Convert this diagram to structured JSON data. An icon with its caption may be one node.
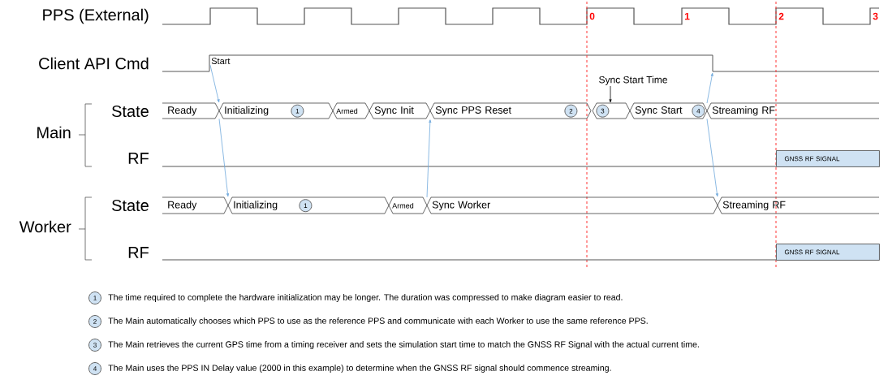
{
  "diagram": {
    "nodes": [
      {
        "text": [
          "Start"
        ]
      },
      {
        "text": [
          "Ready"
        ]
      },
      {
        "text": [
          "Initializing"
        ]
      },
      {
        "text": [
          "1"
        ],
        "in": 2
      },
      {
        "text": [
          "Armed"
        ]
      },
      {
        "text": [
          "Sync Init"
        ]
      },
      {
        "text": [
          "Sync PPS Reset"
        ]
      },
      {
        "text": [
          "2"
        ],
        "in": 6
      },
      {
        "text": [],
        "shape": "box"
      },
      {
        "text": [
          "3"
        ],
        "in": 8
      },
      {
        "text": [
          "Sync Start"
        ]
      },
      {
        "text": [
          "4"
        ],
        "in": 10
      },
      {
        "text": [
          "Streaming RF"
        ]
      },
      {
        "text": [
          "GNSS RF SIGNAL"
        ]
      },
      {
        "text": [
          "Ready"
        ]
      },
      {
        "text": [
          "Initializing"
        ]
      },
      {
        "text": [
          "1"
        ],
        "in": 15
      },
      {
        "text": [
          "Armed"
        ]
      },
      {
        "text": [
          "Sync Worker"
        ]
      },
      {
        "text": [
          "Streaming RF"
        ]
      },
      {
        "text": [
          "GNSS RF SIGNAL"
        ]
      },
      {
        "text": [
          "Sync Start Time"
        ]
      },
      {
        "text": [
          "1"
        ],
        "beside": [
          "The time required to complete the hardware initialization may be longer. The duration was compressed to make diagram easier to read."
        ]
      },
      {
        "text": [
          "2"
        ],
        "beside": [
          "The Main automatically chooses which PPS to use as the reference PPS and communicate with each Worker to use the same reference PPS."
        ]
      },
      {
        "text": [
          "3"
        ],
        "beside": [
          "The Main retrieves the current GPS time from a timing receiver and sets the simulation start time to match the GNSS RF Signal with the actual current time."
        ]
      },
      {
        "text": [
          "4"
        ],
        "beside": [
          "The Main uses the PPS IN Delay value (2000 in this example) to determine when the GNSS RF signal should commence streaming."
        ]
      }
    ],
    "edges": [
      {
        "from": 0,
        "to": 2,
        "arrow": "to"
      },
      {
        "from": 2,
        "to": 15,
        "arrow": "to"
      },
      {
        "from": 18,
        "to": 6,
        "arrow": "to"
      },
      {
        "from": 12,
        "to": null,
        "arrow": "to"
      },
      {
        "from": 12,
        "to": 19,
        "arrow": "to"
      },
      {
        "from": 21,
        "to": 8,
        "arrow": "to",
        "color": "#000000"
      }
    ],
    "labels": [
      "PPS (External)",
      "0",
      "1",
      "2",
      "3",
      "Client API Cmd",
      "State",
      "Main",
      "RF",
      "State",
      "Worker",
      "RF"
    ]
  }
}
